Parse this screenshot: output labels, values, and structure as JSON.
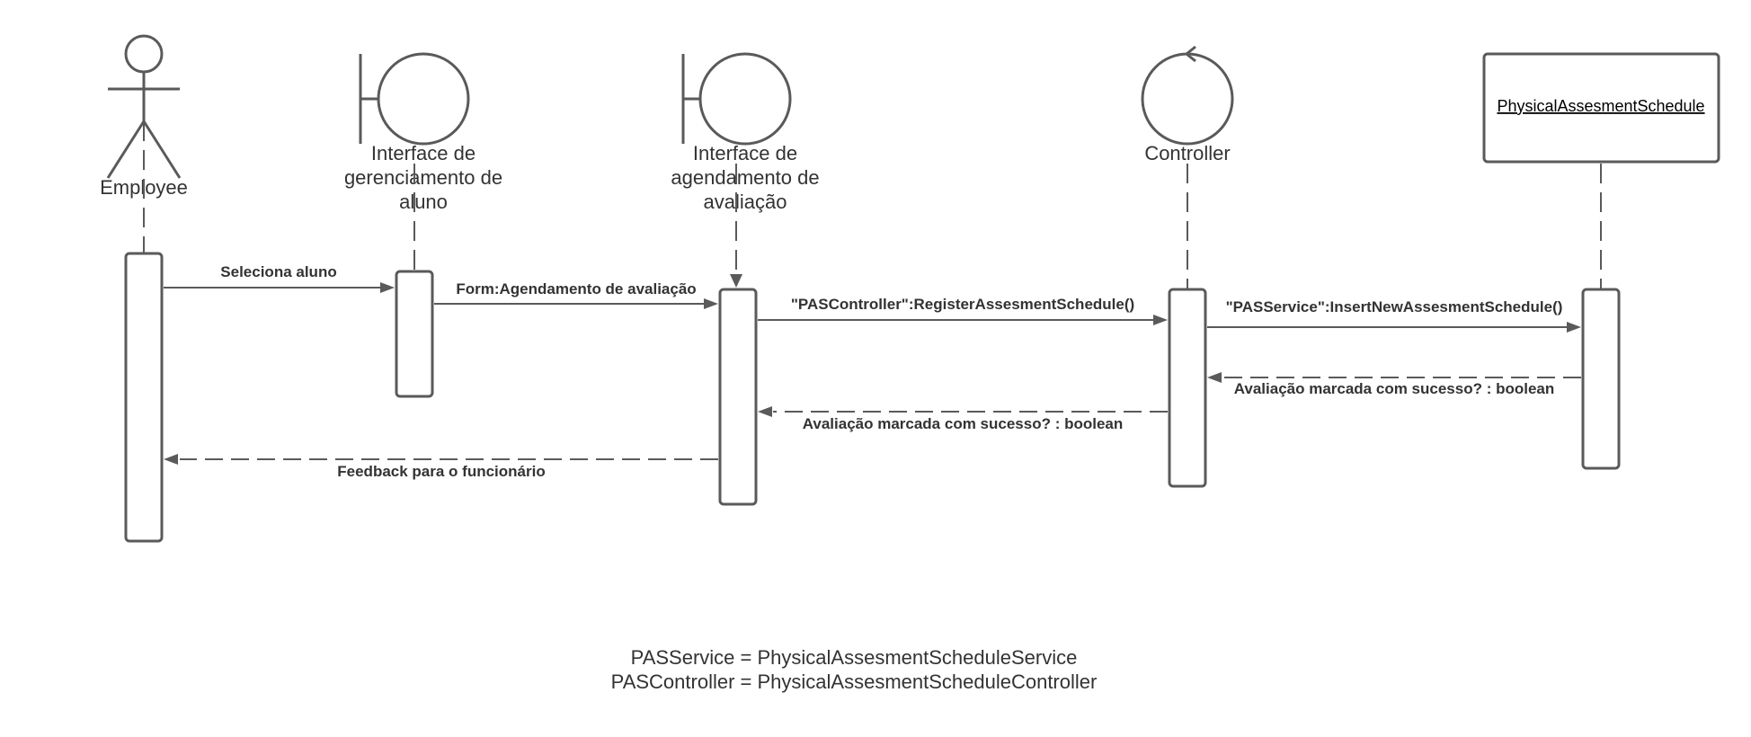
{
  "participants": {
    "employee": "Employee",
    "student_ui": [
      "Interface de",
      "gerenciamento de",
      "aluno"
    ],
    "schedule_ui": [
      "Interface de",
      "agendamento de",
      "avaliação"
    ],
    "controller": "Controller",
    "entity": "PhysicalAssesmentSchedule"
  },
  "messages": {
    "m1": "Seleciona aluno",
    "m2": "Form:Agendamento de avaliação",
    "m3": "\"PASController\":RegisterAssesmentSchedule()",
    "m4": "\"PASService\":InsertNewAssesmentSchedule()",
    "r1": "Avaliação marcada com sucesso? : boolean",
    "r2": "Avaliação marcada com sucesso? : boolean",
    "r3": "Feedback para o funcionário"
  },
  "notes": {
    "line1": "PASService = PhysicalAssesmentScheduleService",
    "line2": "PASController = PhysicalAssesmentScheduleController"
  },
  "colors": {
    "stroke": "#5a5a5a",
    "text": "#333333"
  }
}
